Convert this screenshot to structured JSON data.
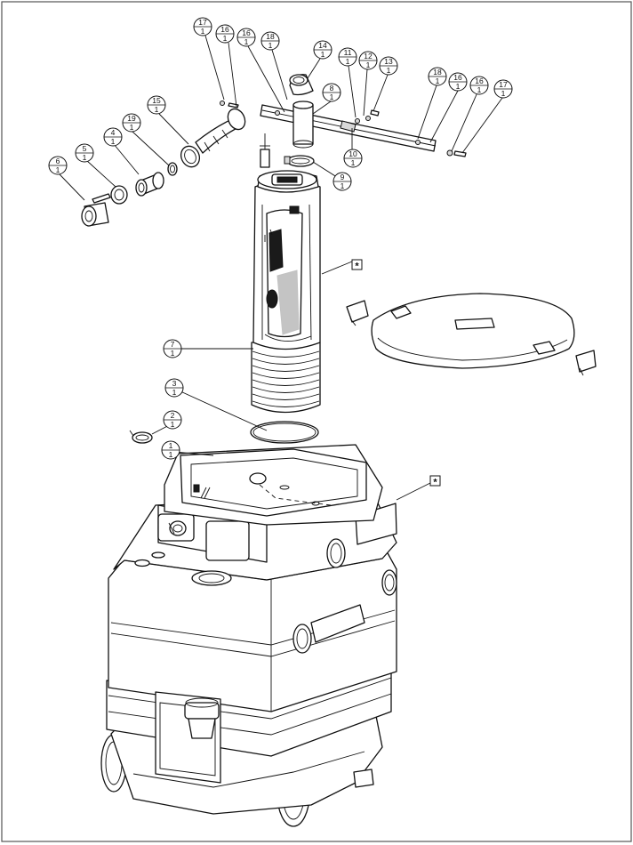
{
  "drawing": {
    "callouts": [
      {
        "id": "c17a",
        "num": "17",
        "qty": "1"
      },
      {
        "id": "c16a",
        "num": "16",
        "qty": "1"
      },
      {
        "id": "c16b",
        "num": "16",
        "qty": "1"
      },
      {
        "id": "c18a",
        "num": "18",
        "qty": "1"
      },
      {
        "id": "c14",
        "num": "14",
        "qty": "1"
      },
      {
        "id": "c11",
        "num": "11",
        "qty": "1"
      },
      {
        "id": "c12",
        "num": "12",
        "qty": "1"
      },
      {
        "id": "c13",
        "num": "13",
        "qty": "1"
      },
      {
        "id": "c8",
        "num": "8",
        "qty": "1"
      },
      {
        "id": "c18b",
        "num": "18",
        "qty": "1"
      },
      {
        "id": "c16c",
        "num": "16",
        "qty": "1"
      },
      {
        "id": "c16d",
        "num": "16",
        "qty": "1"
      },
      {
        "id": "c17b",
        "num": "17",
        "qty": "1"
      },
      {
        "id": "c15",
        "num": "15",
        "qty": "1"
      },
      {
        "id": "c19",
        "num": "19",
        "qty": "1"
      },
      {
        "id": "c4",
        "num": "4",
        "qty": "1"
      },
      {
        "id": "c5",
        "num": "5",
        "qty": "1"
      },
      {
        "id": "c6",
        "num": "6",
        "qty": "1"
      },
      {
        "id": "c10",
        "num": "10",
        "qty": "1"
      },
      {
        "id": "c9",
        "num": "9",
        "qty": "1"
      },
      {
        "id": "c7",
        "num": "7",
        "qty": "1"
      },
      {
        "id": "c3",
        "num": "3",
        "qty": "1"
      },
      {
        "id": "c2",
        "num": "2",
        "qty": "1"
      },
      {
        "id": "c1",
        "num": "1",
        "qty": "1"
      }
    ],
    "star_markers": [
      {
        "id": "s1",
        "symbol": "*"
      },
      {
        "id": "s2",
        "symbol": "*"
      }
    ]
  }
}
